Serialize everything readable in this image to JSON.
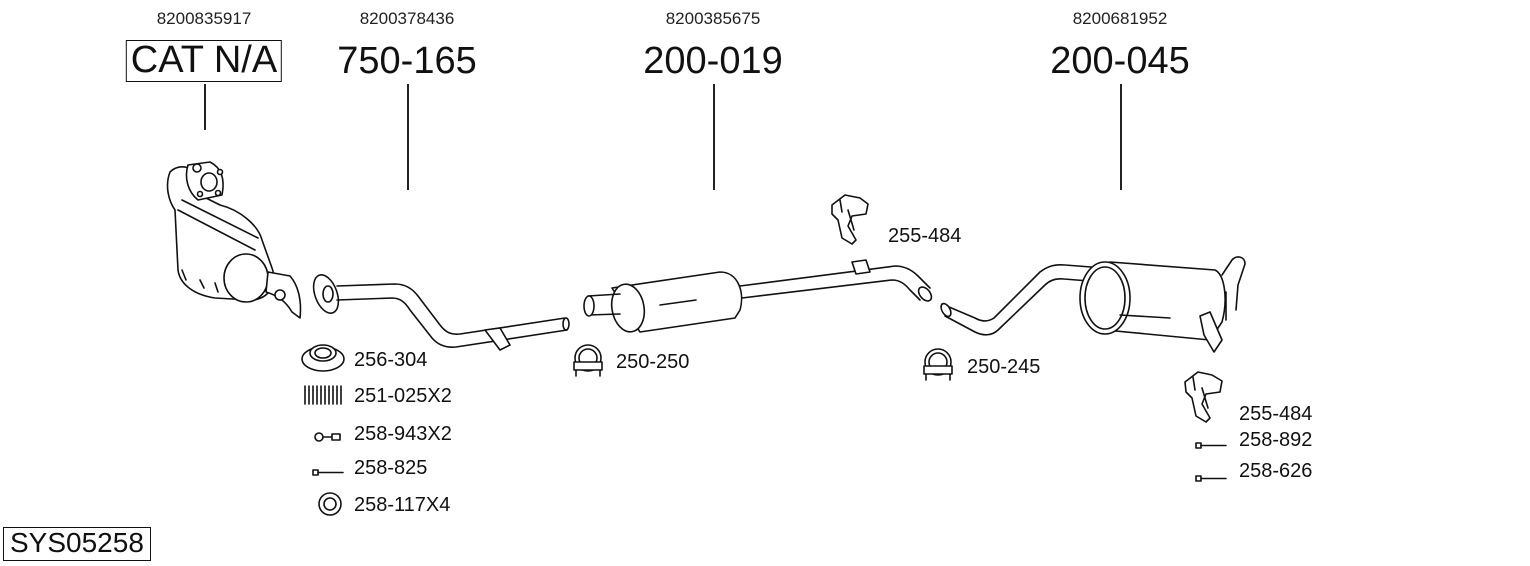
{
  "diagram": {
    "system_code": "SYS05258",
    "main_parts": [
      {
        "oem": "8200835917",
        "part": "CAT N/A",
        "boxed": true
      },
      {
        "oem": "8200378436",
        "part": "750-165",
        "boxed": false
      },
      {
        "oem": "8200385675",
        "part": "200-019",
        "boxed": false
      },
      {
        "oem": "8200681952",
        "part": "200-045",
        "boxed": false
      }
    ],
    "accessories_left": [
      {
        "code": "256-304",
        "icon": "gasket-ring-icon"
      },
      {
        "code": "251-025X2",
        "icon": "spring-icon"
      },
      {
        "code": "258-943X2",
        "icon": "bolt-icon"
      },
      {
        "code": "258-825",
        "icon": "long-bolt-icon"
      },
      {
        "code": "258-117X4",
        "icon": "washer-ring-icon"
      }
    ],
    "clamps": [
      {
        "code": "250-250",
        "icon": "u-clamp-icon"
      },
      {
        "code": "250-245",
        "icon": "u-clamp-icon"
      }
    ],
    "hangers": [
      {
        "code": "255-484",
        "icon": "rubber-hanger-icon"
      },
      {
        "code": "255-484",
        "icon": "rubber-hanger-icon"
      }
    ],
    "accessories_right": [
      {
        "code": "258-892",
        "icon": "long-bolt-icon"
      },
      {
        "code": "258-626",
        "icon": "long-bolt-icon"
      }
    ]
  }
}
